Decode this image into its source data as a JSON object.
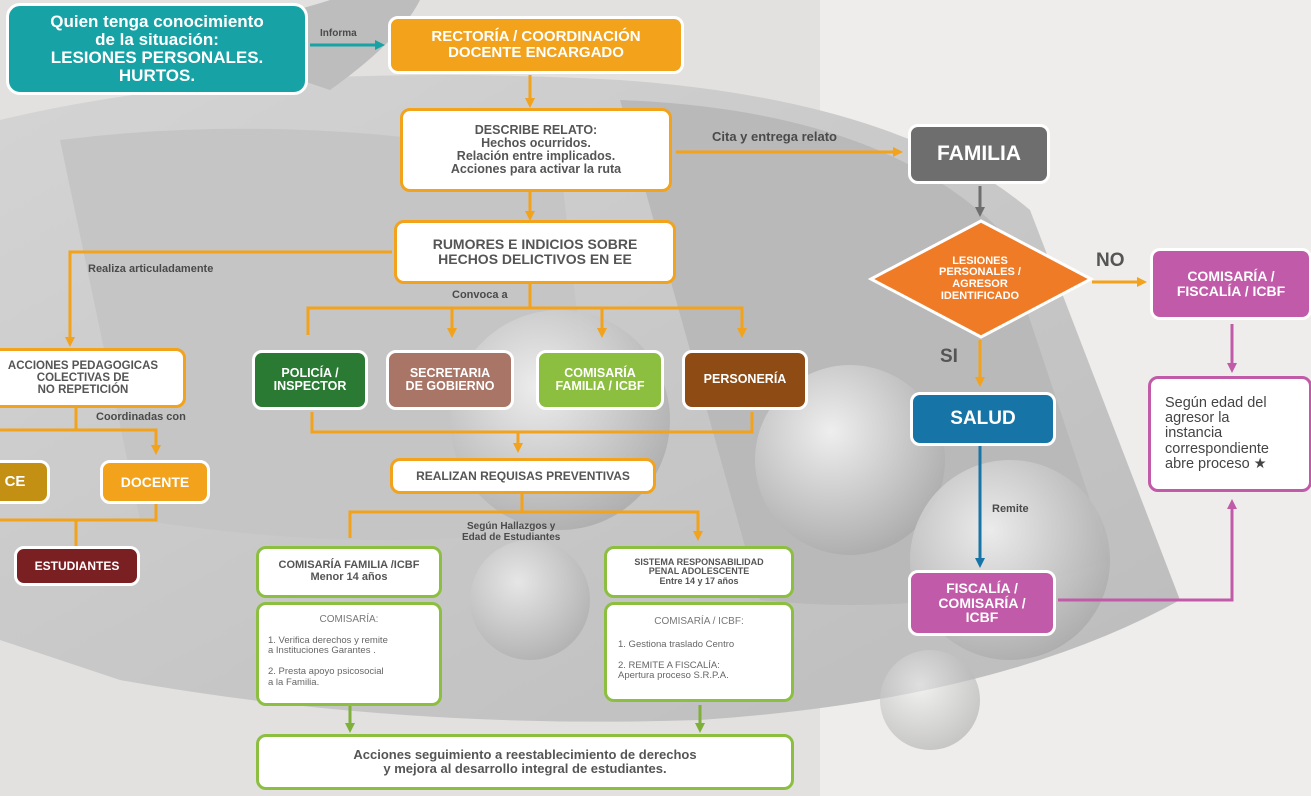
{
  "nodes": {
    "quien_tenga": "Quien tenga conocimiento\nde la situación:\nLESIONES PERSONALES.\nHURTOS.",
    "rectoria": "RECTORÍA / COORDINACIÓN\nDOCENTE ENCARGADO",
    "describe": "DESCRIBE RELATO:\nHechos ocurridos.\nRelación entre implicados.\nAcciones para activar la ruta",
    "rumores": "RUMORES E INDICIOS SOBRE\nHECHOS DELICTIVOS EN  EE",
    "acciones_ped": "ACCIONES PEDAGOGICAS\nCOLECTIVAS DE\nNO REPETICIÓN",
    "ce": "CE",
    "docente": "DOCENTE",
    "estudiantes": "ESTUDIANTES",
    "policia": "POLICÍA /\nINSPECTOR",
    "secretaria": "SECRETARIA\nDE GOBIERNO",
    "comisaria_familia": "COMISARÍA\nFAMILIA / ICBF",
    "personeria": "PERSONERÍA",
    "realizan": "REALIZAN REQUISAS PREVENTIVAS",
    "comisaria_menor": "COMISARÍA FAMILIA /ICBF\nMenor 14 años",
    "sistema": "SISTEMA RESPONSABILIDAD\nPENAL ADOLESCENTE\nEntre 14 y 17 años",
    "acciones_seg": "Acciones seguimiento a reestablecimiento de derechos\ny mejora al desarrollo integral de estudiantes.",
    "familia": "FAMILIA",
    "lesiones": "LESIONES\nPERSONALES /\nAGRESOR\nIDENTIFICADO",
    "comisaria_fiscalia": "COMISARÍA /\nFISCALÍA / ICBF",
    "salud": "SALUD",
    "fiscalia_comisaria": "FISCALÍA /\nCOMISARÍA /\nICBF",
    "segun_edad": "Según edad del\nagresor la\ninstancia\ncorrespondiente\nabre proceso ★"
  },
  "comisaria_box": {
    "title": "COMISARÍA:",
    "items": "1. Verifica  derechos y remite\n    a Instituciones Garantes .\n\n2. Presta apoyo psicosocial\n    a la Familia."
  },
  "icbf_box": {
    "title": "COMISARÍA / ICBF:",
    "items": "1. Gestiona traslado Centro\n\n2. REMITE A FISCALÍA:\n    Apertura proceso S.R.P.A."
  },
  "labels": {
    "informa": "Informa",
    "cita": "Cita y entrega relato",
    "realiza": "Realiza articuladamente",
    "convoca": "Convoca a",
    "coordinadas": "Coordinadas con",
    "segun_hallazgos": "Según Hallazgos y\nEdad de Estudiantes",
    "no": "NO",
    "si": "SI",
    "remite": "Remite"
  }
}
